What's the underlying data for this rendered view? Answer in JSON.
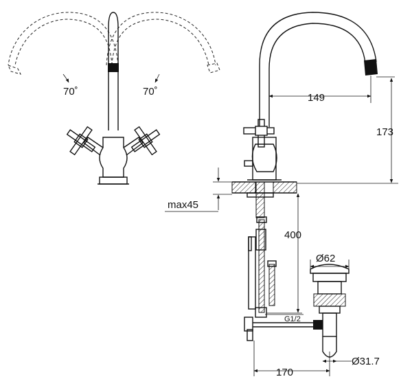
{
  "labels": {
    "left_angle": "70˚",
    "right_angle": "70˚",
    "spout_reach": "149",
    "spout_height": "173",
    "max_deck": "max45",
    "hose_length": "400",
    "waste_diameter": "Ø62",
    "thread": "G1/2",
    "waste_offset": "170",
    "tail_diameter": "Ø31.7"
  }
}
